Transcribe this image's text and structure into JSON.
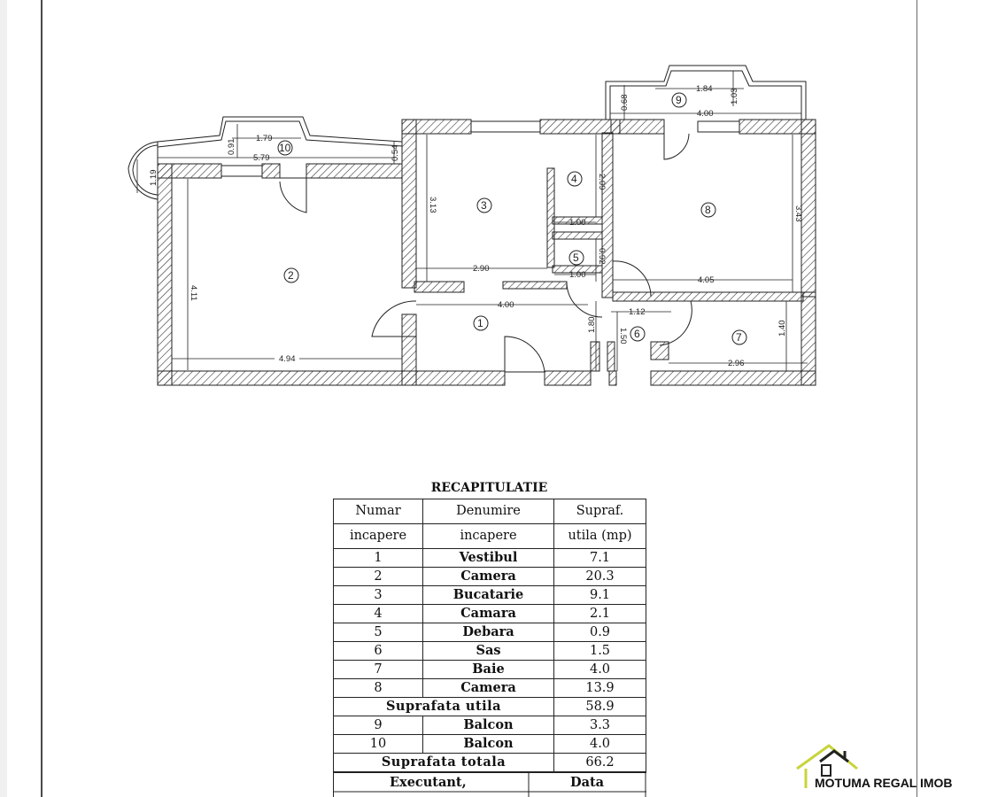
{
  "plan": {
    "rooms": [
      {
        "id": "1",
        "label": "1"
      },
      {
        "id": "2",
        "label": "2"
      },
      {
        "id": "3",
        "label": "3"
      },
      {
        "id": "4",
        "label": "4"
      },
      {
        "id": "5",
        "label": "5"
      },
      {
        "id": "6",
        "label": "6"
      },
      {
        "id": "7",
        "label": "7"
      },
      {
        "id": "8",
        "label": "8"
      },
      {
        "id": "9",
        "label": "9"
      },
      {
        "id": "10",
        "label": "10"
      }
    ],
    "dims": {
      "d_4_94": "4.94",
      "d_4_11": "4.11",
      "d_1_19": "1.19",
      "d_5_79": "5.79",
      "d_1_79": "1.79",
      "d_0_91": "0.91",
      "d_0_54": "0.54",
      "d_3_13": "3.13",
      "d_2_90": "2.90",
      "d_2_09": "2.09",
      "d_1_00a": "1.00",
      "d_0_92": "0.92",
      "d_1_00b": "1.00",
      "d_4_00a": "4.00",
      "d_1_80": "1.80",
      "d_1_50": "1.50",
      "d_1_12": "1.12",
      "d_0_68": "0.68",
      "d_1_84": "1.84",
      "d_1_03": "1.03",
      "d_4_00b": "4.00",
      "d_3_43": "3.43",
      "d_4_05": "4.05",
      "d_1_40": "1.40",
      "d_2_96": "2.96"
    }
  },
  "table": {
    "title": "RECAPITULATIE",
    "headers": {
      "col1_a": "Numar",
      "col1_b": "incapere",
      "col2_a": "Denumire",
      "col2_b": "incapere",
      "col3_a": "Supraf.",
      "col3_b": "utila (mp)"
    },
    "rows": [
      {
        "nr": "1",
        "name": "Vestibul",
        "area": "7.1"
      },
      {
        "nr": "2",
        "name": "Camera",
        "area": "20.3"
      },
      {
        "nr": "3",
        "name": "Bucatarie",
        "area": "9.1"
      },
      {
        "nr": "4",
        "name": "Camara",
        "area": "2.1"
      },
      {
        "nr": "5",
        "name": "Debara",
        "area": "0.9"
      },
      {
        "nr": "6",
        "name": "Sas",
        "area": "1.5"
      },
      {
        "nr": "7",
        "name": "Baie",
        "area": "4.0"
      },
      {
        "nr": "8",
        "name": "Camera",
        "area": "13.9"
      }
    ],
    "subtotal": {
      "label": "Suprafata utila",
      "value": "58.9"
    },
    "balcony_rows": [
      {
        "nr": "9",
        "name": "Balcon",
        "area": "3.3"
      },
      {
        "nr": "10",
        "name": "Balcon",
        "area": "4.0"
      }
    ],
    "total": {
      "label": "Suprafata totala",
      "value": "66.2"
    },
    "footer": {
      "executant": "Executant,",
      "data": "Data"
    }
  },
  "brand": {
    "name": "MOTUMA REGAL IMOB",
    "colors": {
      "accent": "#c8d43a",
      "dark": "#222222"
    }
  }
}
